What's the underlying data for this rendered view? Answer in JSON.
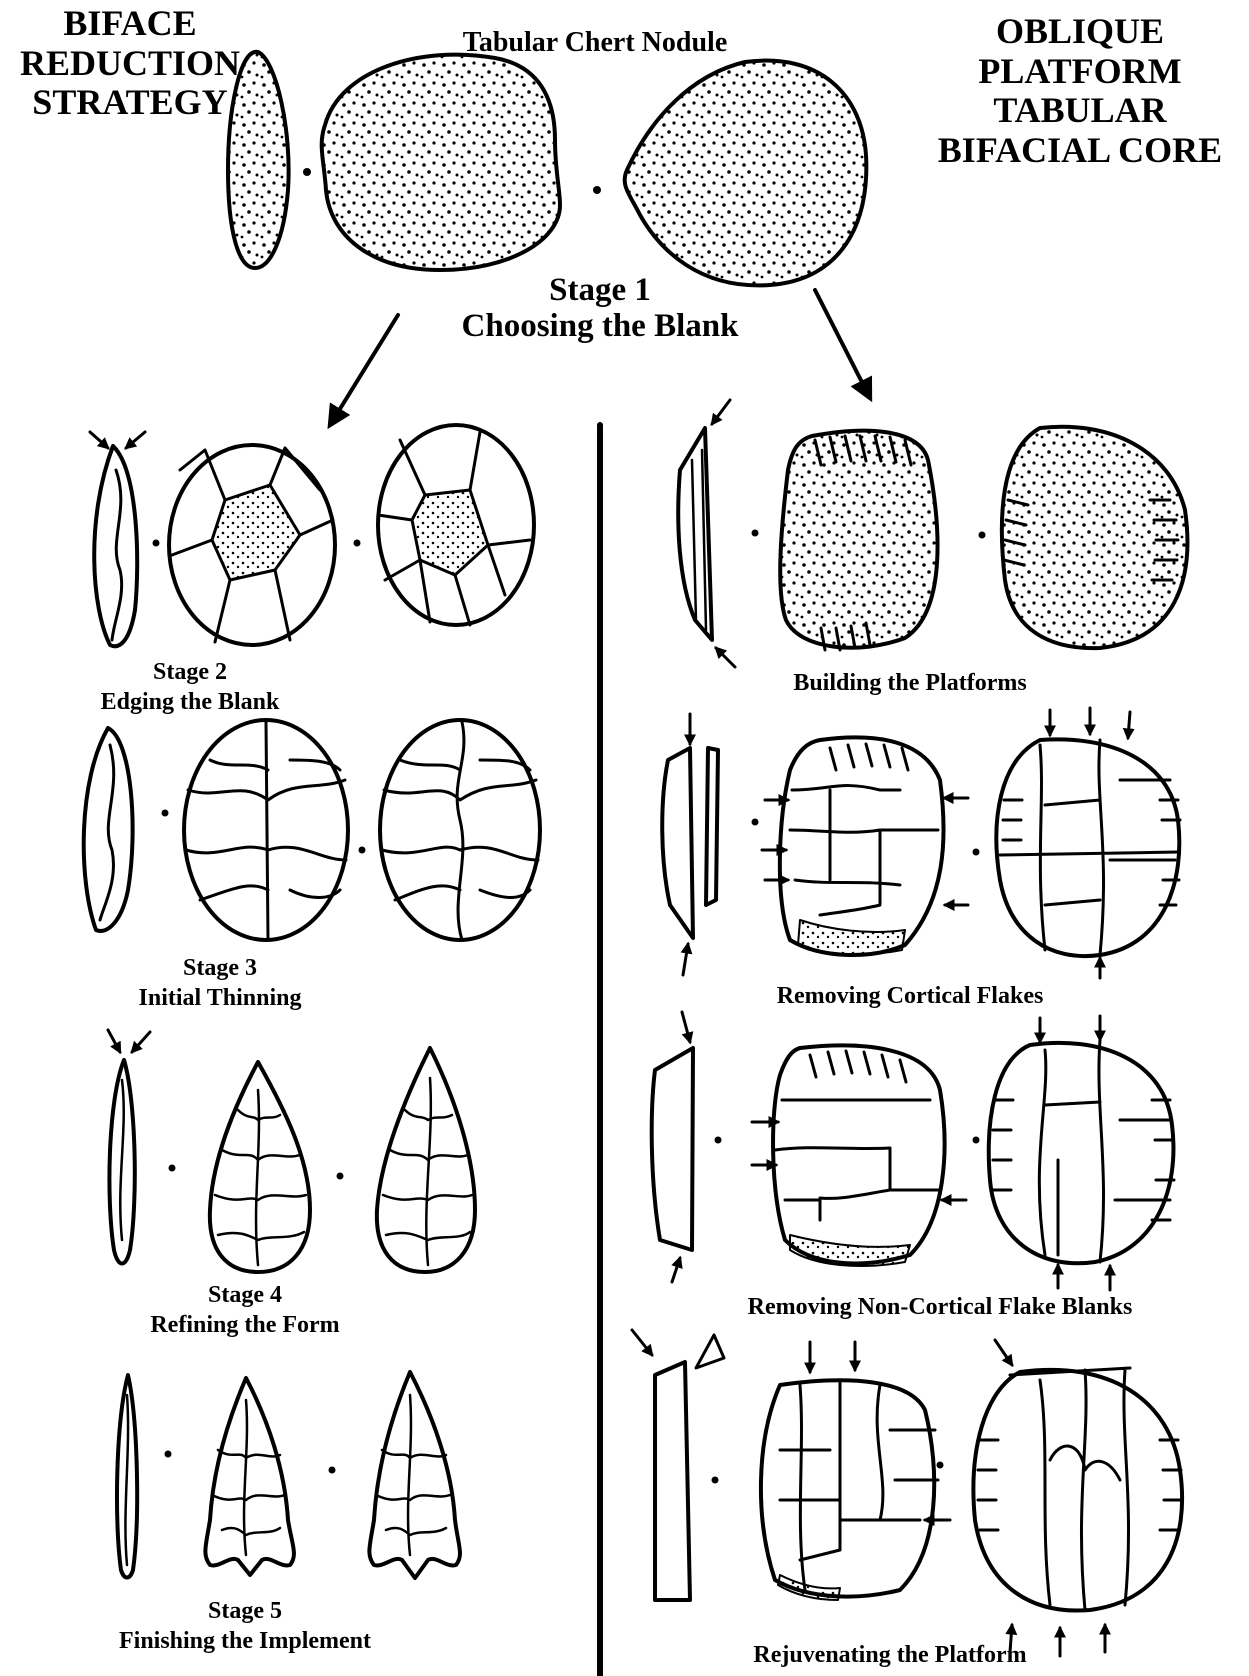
{
  "left_heading": [
    "BIFACE",
    "REDUCTION",
    "STRATEGY"
  ],
  "right_heading": [
    "OBLIQUE",
    "PLATFORM",
    "TABULAR",
    "BIFACIAL CORE"
  ],
  "nodule_label": "Tabular Chert Nodule",
  "stage1": {
    "title": "Stage 1",
    "subtitle": "Choosing the Blank"
  },
  "left_stages": [
    {
      "title": "Stage 2",
      "subtitle": "Edging the Blank"
    },
    {
      "title": "Stage 3",
      "subtitle": "Initial Thinning"
    },
    {
      "title": "Stage 4",
      "subtitle": "Refining the Form"
    },
    {
      "title": "Stage 5",
      "subtitle": "Finishing the Implement"
    }
  ],
  "right_stages": [
    "Building the Platforms",
    "Removing Cortical Flakes",
    "Removing Non-Cortical Flake Blanks",
    "Rejuvenating the Platform"
  ]
}
